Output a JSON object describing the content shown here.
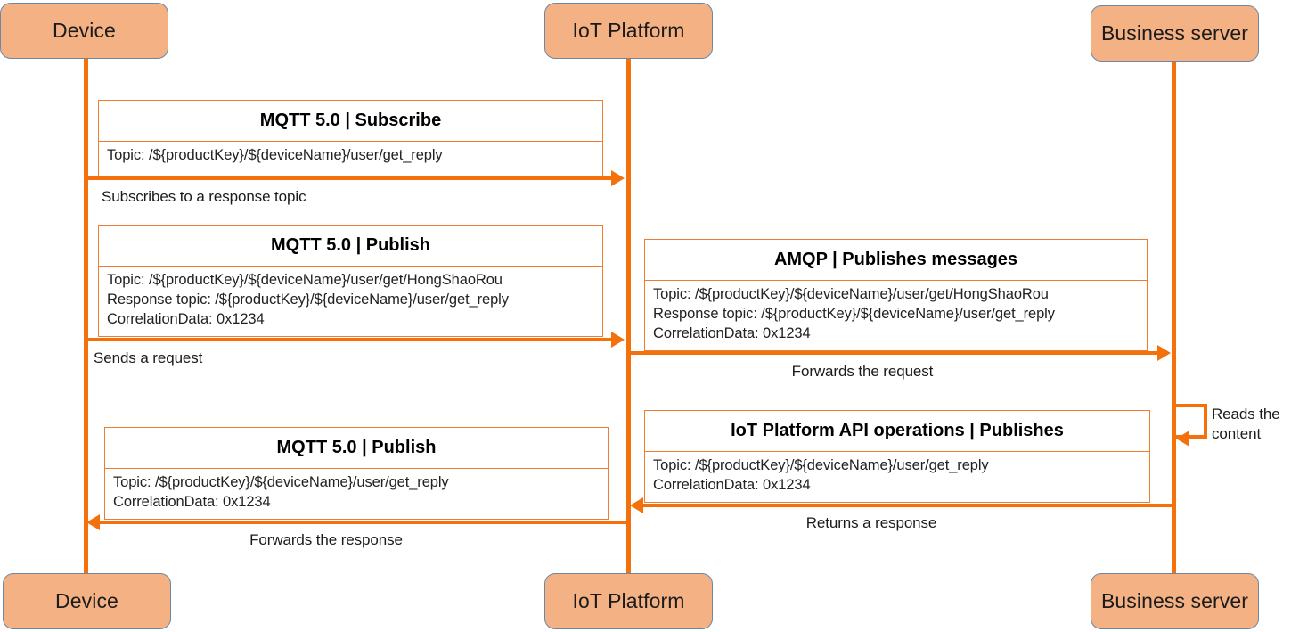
{
  "diagram": {
    "title": "MQTT 5.0 request and response sequence",
    "colors": {
      "participant_fill": "#F4B183",
      "participant_border": "#6B87A3",
      "lifeline": "#F3700A",
      "note_border": "#ED7D31",
      "note_fill": "#FFFFFF",
      "text": "#1B1B1B"
    }
  },
  "participants": {
    "top": [
      {
        "label": "Device"
      },
      {
        "label": "IoT Platform"
      },
      {
        "label": "Business server"
      }
    ],
    "bottom": [
      {
        "label": "Device"
      },
      {
        "label": "IoT Platform"
      },
      {
        "label": "Business server"
      }
    ]
  },
  "notes": {
    "subscribe": {
      "title": "MQTT 5.0 | Subscribe",
      "lines": [
        "Topic: /${productKey}/${deviceName}/user/get_reply"
      ]
    },
    "publish_request": {
      "title": "MQTT 5.0 | Publish",
      "lines": [
        "Topic: /${productKey}/${deviceName}/user/get/HongShaoRou",
        "Response topic: /${productKey}/${deviceName}/user/get_reply",
        "CorrelationData: 0x1234"
      ]
    },
    "amqp_publish": {
      "title": "AMQP | Publishes messages",
      "lines": [
        "Topic: /${productKey}/${deviceName}/user/get/HongShaoRou",
        "Response topic: /${productKey}/${deviceName}/user/get_reply",
        "CorrelationData: 0x1234"
      ]
    },
    "api_publish": {
      "title": "IoT Platform API operations | Publishes",
      "lines": [
        "Topic: /${productKey}/${deviceName}/user/get_reply",
        "CorrelationData: 0x1234"
      ]
    },
    "publish_response": {
      "title": "MQTT 5.0 | Publish",
      "lines": [
        "Topic: /${productKey}/${deviceName}/user/get_reply",
        "CorrelationData: 0x1234"
      ]
    }
  },
  "messages": {
    "subscribe": {
      "caption": "Subscribes to a response topic",
      "direction": "right"
    },
    "request": {
      "caption": "Sends a request",
      "direction": "right"
    },
    "forward_request": {
      "caption": "Forwards the request",
      "direction": "right"
    },
    "read_content": {
      "caption_line1": "Reads the",
      "caption_line2": "content",
      "direction": "self"
    },
    "return_response": {
      "caption": "Returns a response",
      "direction": "left"
    },
    "forward_response": {
      "caption": "Forwards the response",
      "direction": "left"
    }
  }
}
